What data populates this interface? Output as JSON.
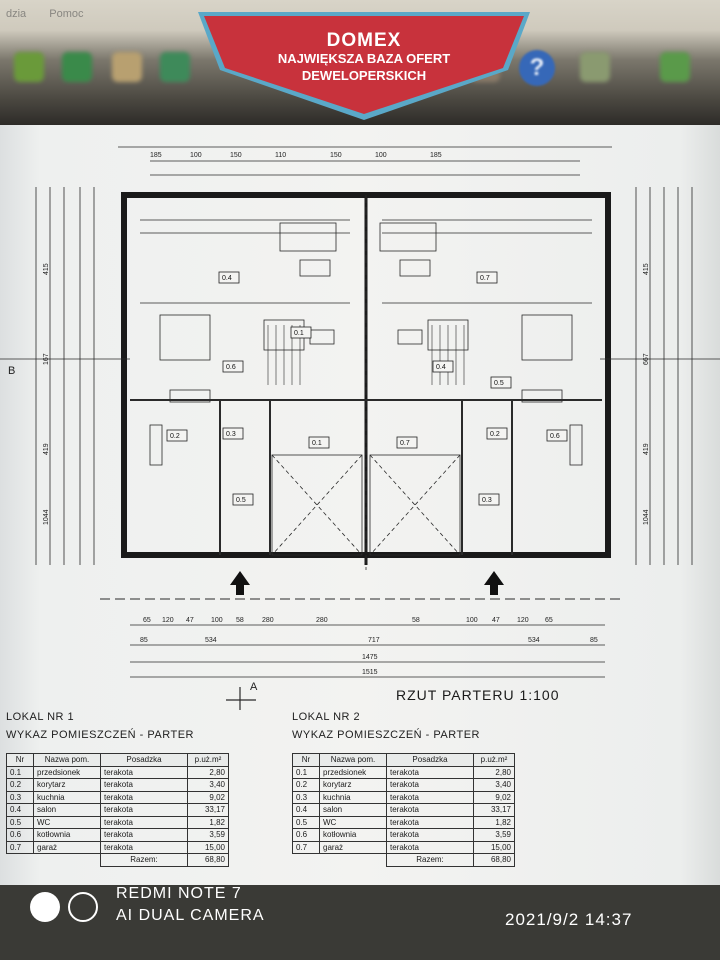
{
  "app_menu": {
    "left_fragment": "dzia",
    "help_menu": "Pomoc"
  },
  "banner": {
    "title": "DOMEX",
    "subtitle_line1": "NAJWIĘKSZA BAZA OFERT",
    "subtitle_line2": "DEWELOPERSKICH",
    "color": "#c8323c",
    "border_color": "#5aa8c8"
  },
  "plan": {
    "title": "RZUT PARTERU   1:100",
    "grid_b": "B",
    "grid_a": "A",
    "room_tags": [
      "0.4",
      "0.6",
      "0.2",
      "0.3",
      "0.5",
      "0.1",
      "0.7",
      "0.7",
      "0.4",
      "0.6",
      "0.2",
      "0.3",
      "0.5",
      "0.1"
    ],
    "bottom_dims_row1": [
      "65",
      "120",
      "47",
      "100",
      "58",
      "280",
      "280",
      "58",
      "100",
      "47",
      "120",
      "65"
    ],
    "bottom_dims_row2": [
      "85",
      "534",
      "717",
      "534",
      "85"
    ],
    "bottom_total": "1475",
    "bottom_outer": "1515",
    "top_dims": [
      "185",
      "100",
      "150",
      "110",
      "150",
      "100",
      "185"
    ],
    "side_dims_left": [
      "415",
      "167",
      "419",
      "1044"
    ],
    "side_dims_right": [
      "415",
      "667",
      "419",
      "1044"
    ]
  },
  "units": [
    {
      "title": "LOKAL NR 1",
      "subtitle": "WYKAZ  POMIESZCZEŃ - PARTER",
      "headers": [
        "Nr",
        "Nazwa pom.",
        "Posadzka",
        "p.uż.m²"
      ],
      "rows": [
        [
          "0.1",
          "przedsionek",
          "terakota",
          "2,80"
        ],
        [
          "0.2",
          "korytarz",
          "terakota",
          "3,40"
        ],
        [
          "0.3",
          "kuchnia",
          "terakota",
          "9,02"
        ],
        [
          "0.4",
          "salon",
          "terakota",
          "33,17"
        ],
        [
          "0.5",
          "WC",
          "terakota",
          "1,82"
        ],
        [
          "0.6",
          "kotłownia",
          "terakota",
          "3,59"
        ],
        [
          "0.7",
          "garaż",
          "terakota",
          "15,00"
        ]
      ],
      "sum_label": "Razem:",
      "sum_value": "68,80"
    },
    {
      "title": "LOKAL NR 2",
      "subtitle": "WYKAZ  POMIESZCZEŃ - PARTER",
      "headers": [
        "Nr",
        "Nazwa pom.",
        "Posadzka",
        "p.uż.m²"
      ],
      "rows": [
        [
          "0.1",
          "przedsionek",
          "terakota",
          "2,80"
        ],
        [
          "0.2",
          "korytarz",
          "terakota",
          "3,40"
        ],
        [
          "0.3",
          "kuchnia",
          "terakota",
          "9,02"
        ],
        [
          "0.4",
          "salon",
          "terakota",
          "33,17"
        ],
        [
          "0.5",
          "WC",
          "terakota",
          "1,82"
        ],
        [
          "0.6",
          "kotłownia",
          "terakota",
          "3,59"
        ],
        [
          "0.7",
          "garaż",
          "terakota",
          "15,00"
        ]
      ],
      "sum_label": "Razem:",
      "sum_value": "68,80"
    }
  ],
  "camera": {
    "model": "REDMI NOTE 7",
    "sub": "AI DUAL CAMERA",
    "datetime": "2021/9/2  14:37"
  }
}
